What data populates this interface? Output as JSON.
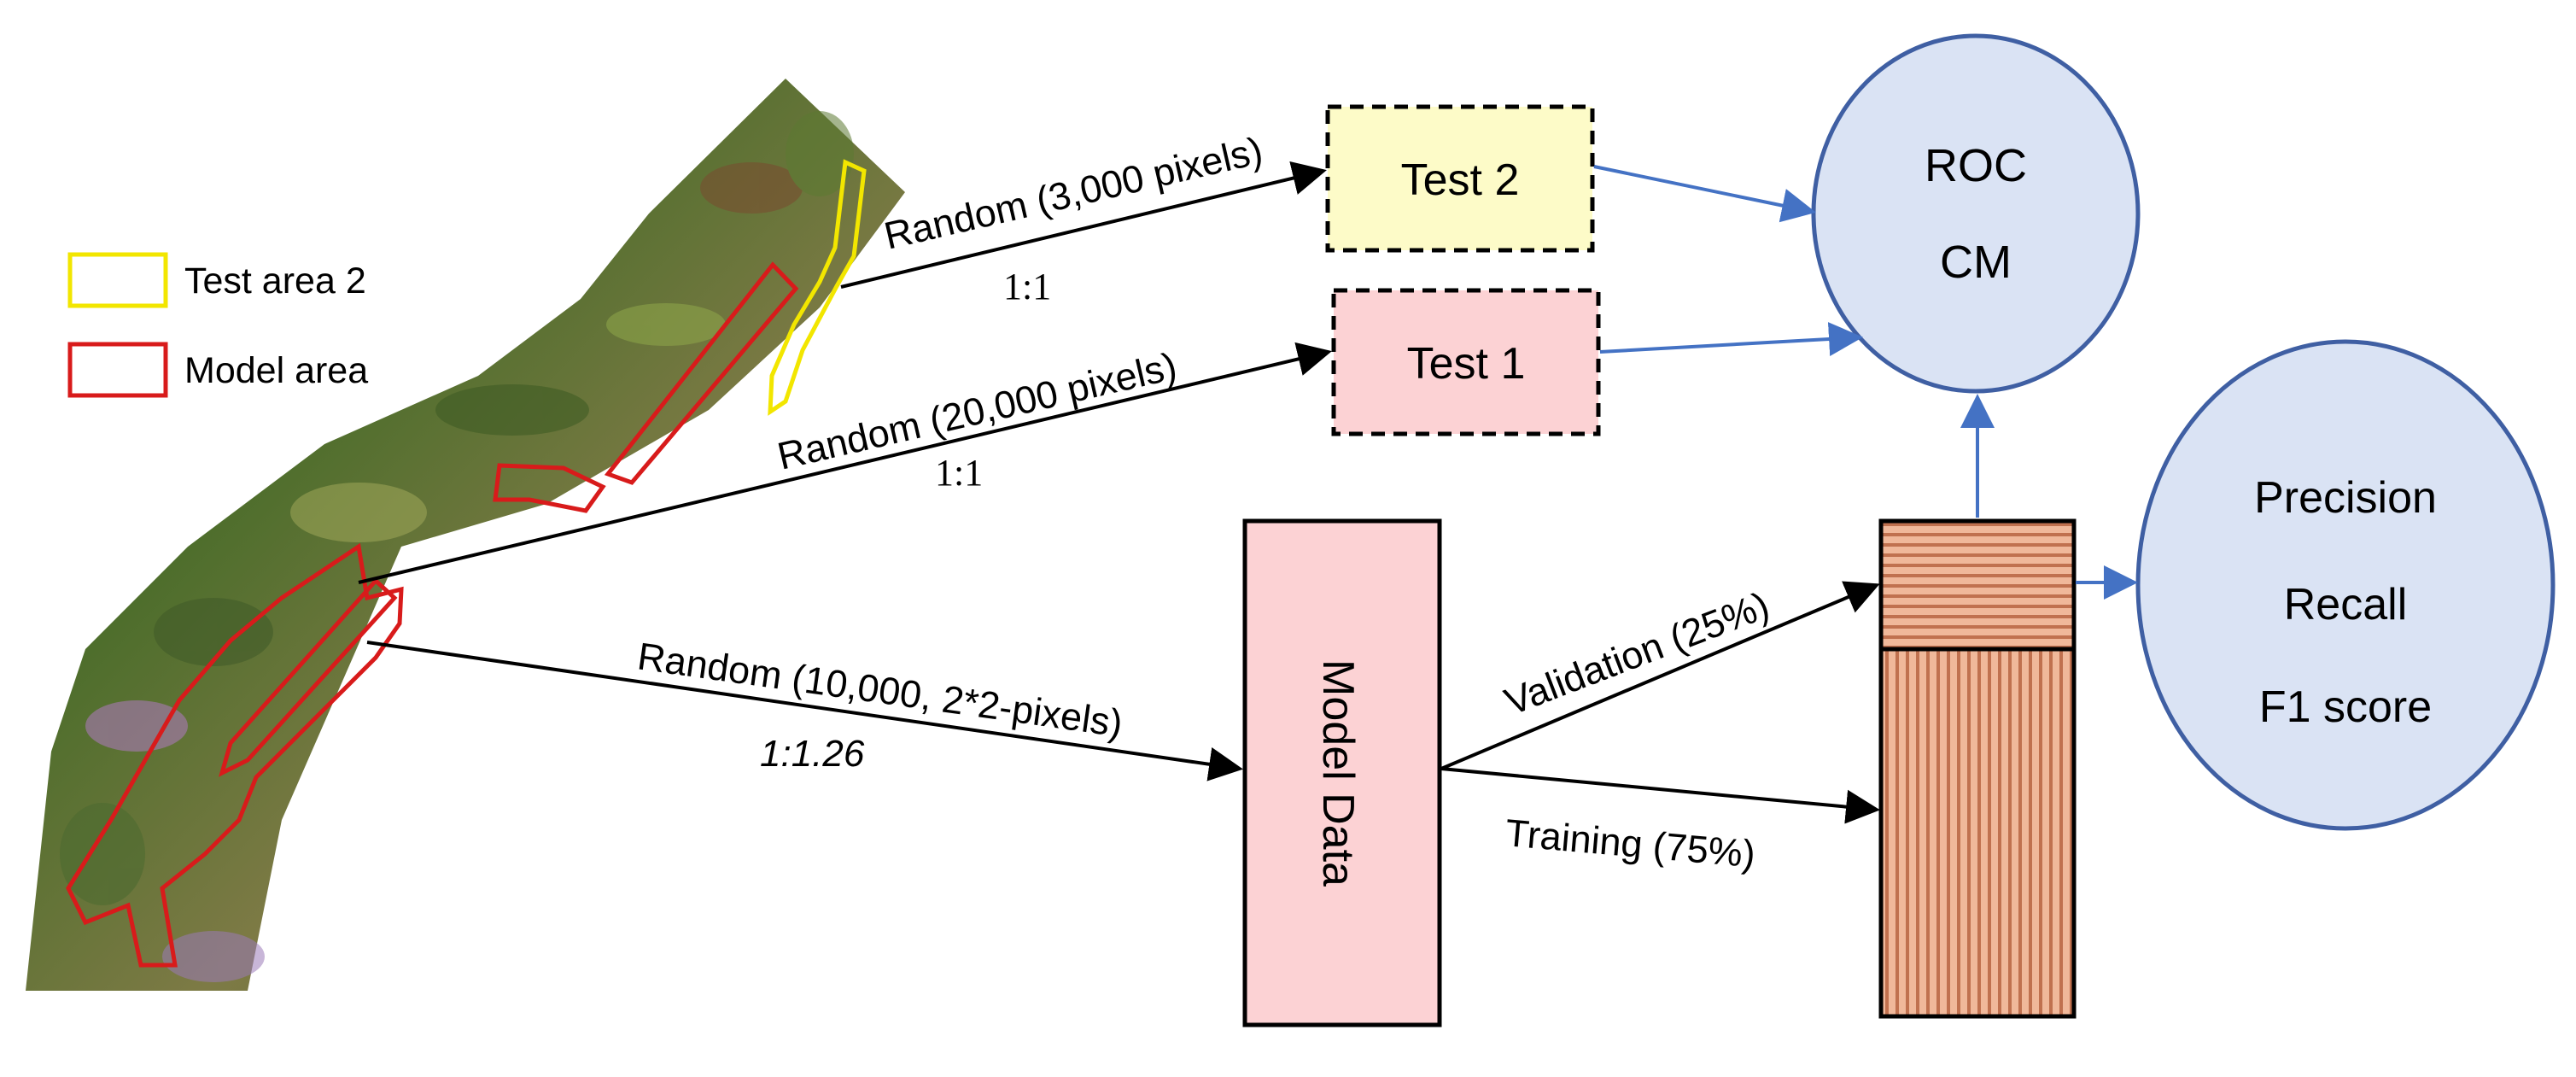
{
  "legend": {
    "items": [
      {
        "label": "Test area 2",
        "color": "#f2e600"
      },
      {
        "label": "Model area",
        "color": "#d81b1b"
      }
    ]
  },
  "edges": {
    "test2": {
      "label": "Random (3,000 pixels)",
      "ratio": "1:1"
    },
    "test1": {
      "label": "Random (20,000 pixels)",
      "ratio": "1:1"
    },
    "model": {
      "label": "Random (10,000, 2*2-pixels)",
      "ratio": "1:1.26"
    },
    "validation": {
      "label": "Validation (25%)"
    },
    "training": {
      "label": "Training (75%)"
    }
  },
  "nodes": {
    "test2": {
      "label": "Test 2",
      "fill": "#fdfbc8"
    },
    "test1": {
      "label": "Test 1",
      "fill": "#fcd2d4"
    },
    "model_data": {
      "label": "Model Data",
      "fill": "#fcd2d4"
    },
    "roc_cm": {
      "line1": "ROC",
      "line2": "CM",
      "fill": "#dae3f4",
      "stroke": "#3f5fa3"
    },
    "metrics": {
      "line1": "Precision",
      "line2": "Recall",
      "line3": "F1 score",
      "fill": "#dae3f4",
      "stroke": "#3f5fa3"
    }
  },
  "colors": {
    "arrow_blue": "#4472c4",
    "split_stripe": "#c0714f",
    "split_fill": "#f0b89a"
  }
}
